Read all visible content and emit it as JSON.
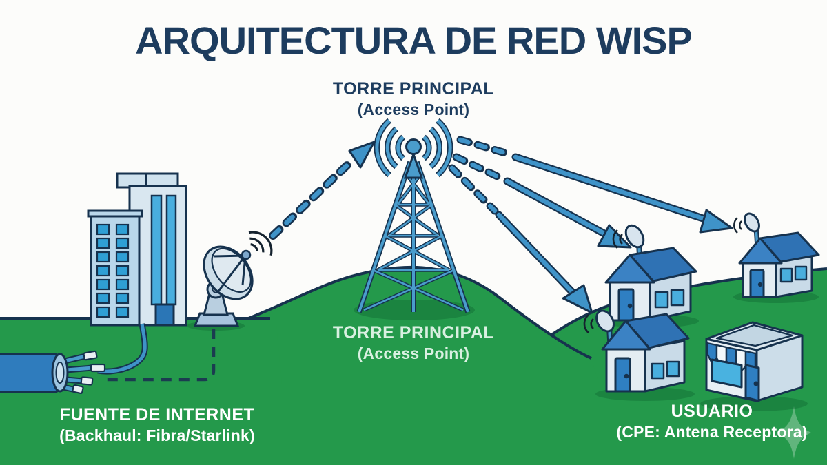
{
  "title": "ARQUITECTURA DE RED WISP",
  "labels": {
    "tower_top": {
      "line1": "TORRE PRINCIPAL",
      "line2": "(Access Point)"
    },
    "tower_hill": {
      "line1": "TORRE PRINCIPAL",
      "line2": "(Access Point)"
    },
    "source": {
      "line1": "FUENTE DE INTERNET",
      "line2": "(Backhaul: Fibra/Starlink)"
    },
    "user": {
      "line1": "USUARIO",
      "line2": "(CPE: Antena Receptora)"
    }
  },
  "diagram": {
    "type": "wisp-network-architecture",
    "nodes": [
      {
        "id": "internet-source",
        "label": "FUENTE DE INTERNET",
        "sublabel": "(Backhaul: Fibra/Starlink)",
        "icons": [
          "office-building-icon",
          "satellite-dish-icon",
          "fiber-cable-icon"
        ]
      },
      {
        "id": "main-tower",
        "label": "TORRE PRINCIPAL",
        "sublabel": "(Access Point)",
        "icons": [
          "radio-tower-icon",
          "radio-waves-icon"
        ]
      },
      {
        "id": "users",
        "label": "USUARIO",
        "sublabel": "(CPE: Antena Receptora)",
        "icons": [
          "house-icon",
          "house-icon",
          "house-icon",
          "shop-icon",
          "cpe-antenna-icon"
        ]
      }
    ],
    "connections": [
      {
        "from": "internet-source",
        "to": "main-tower",
        "style": "dashed-arrow"
      },
      {
        "from": "internet-source",
        "to": "main-tower",
        "style": "underground-dashed-line"
      },
      {
        "from": "main-tower",
        "to": "users",
        "style": "solid-arrow",
        "count": 3
      }
    ]
  },
  "colors": {
    "title_navy": "#1d3c5e",
    "outline_navy": "#16324e",
    "grass_green": "#24994b",
    "grass_shadow": "#1b8440",
    "accent_blue": "#3f93c8",
    "roof_blue": "#2f72b4",
    "window_cyan": "#3fa5d8",
    "wall_light": "#dfeaf2",
    "label_white": "#ffffff",
    "label_mint": "#d9f0e1"
  }
}
